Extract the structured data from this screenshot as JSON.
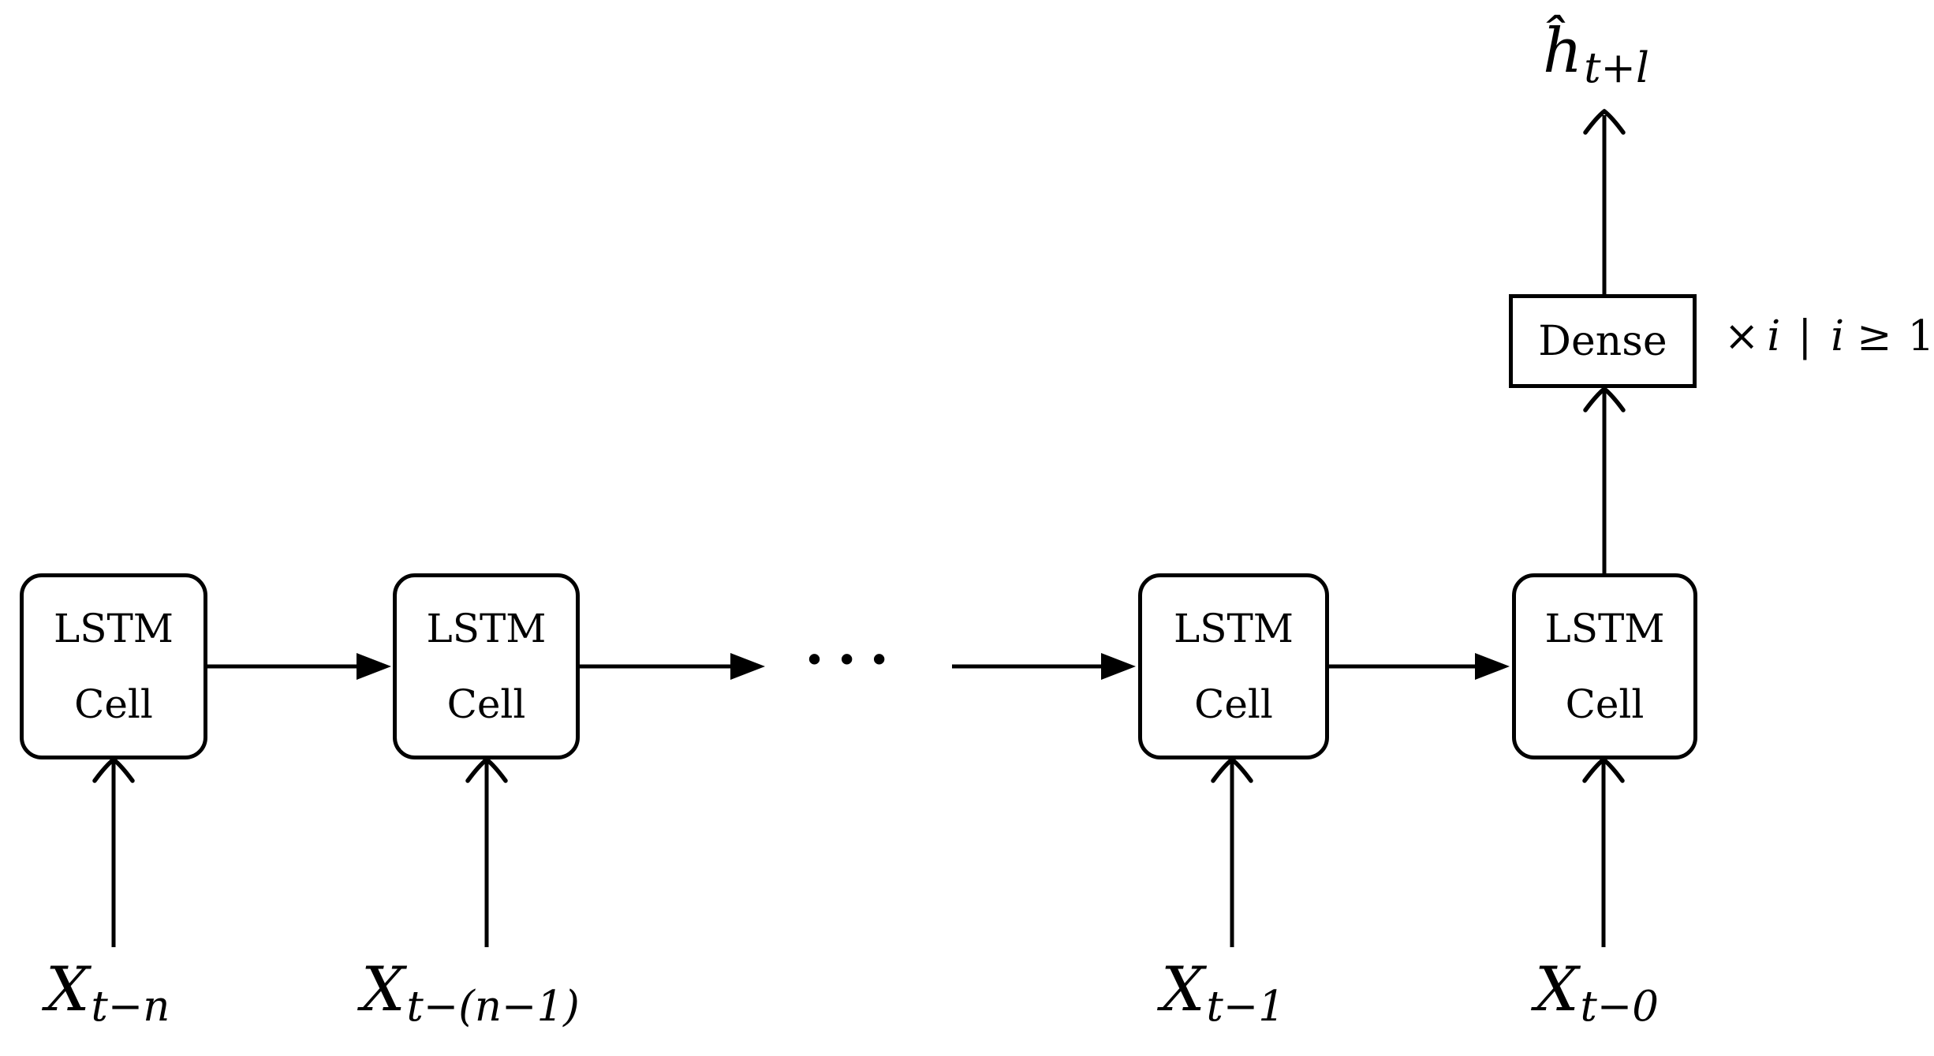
{
  "colors": {
    "ink": "#000000",
    "background": "#ffffff"
  },
  "diagram": {
    "output_label": {
      "base": "ĥ",
      "subscript": "t+l"
    },
    "dense_block": {
      "label": "Dense"
    },
    "dense_annotation": {
      "times": "×",
      "var_a": "i",
      "divider": "|",
      "var_b": "i",
      "relation": "≥",
      "bound": "1"
    },
    "ellipsis": "···",
    "cells": [
      {
        "title": "LSTM",
        "subtitle": "Cell",
        "input_base": "X",
        "input_subscript": "t−n"
      },
      {
        "title": "LSTM",
        "subtitle": "Cell",
        "input_base": "X",
        "input_subscript": "t−(n−1)"
      },
      {
        "title": "LSTM",
        "subtitle": "Cell",
        "input_base": "X",
        "input_subscript": "t−1"
      },
      {
        "title": "LSTM",
        "subtitle": "Cell",
        "input_base": "X",
        "input_subscript": "t−0"
      }
    ]
  }
}
